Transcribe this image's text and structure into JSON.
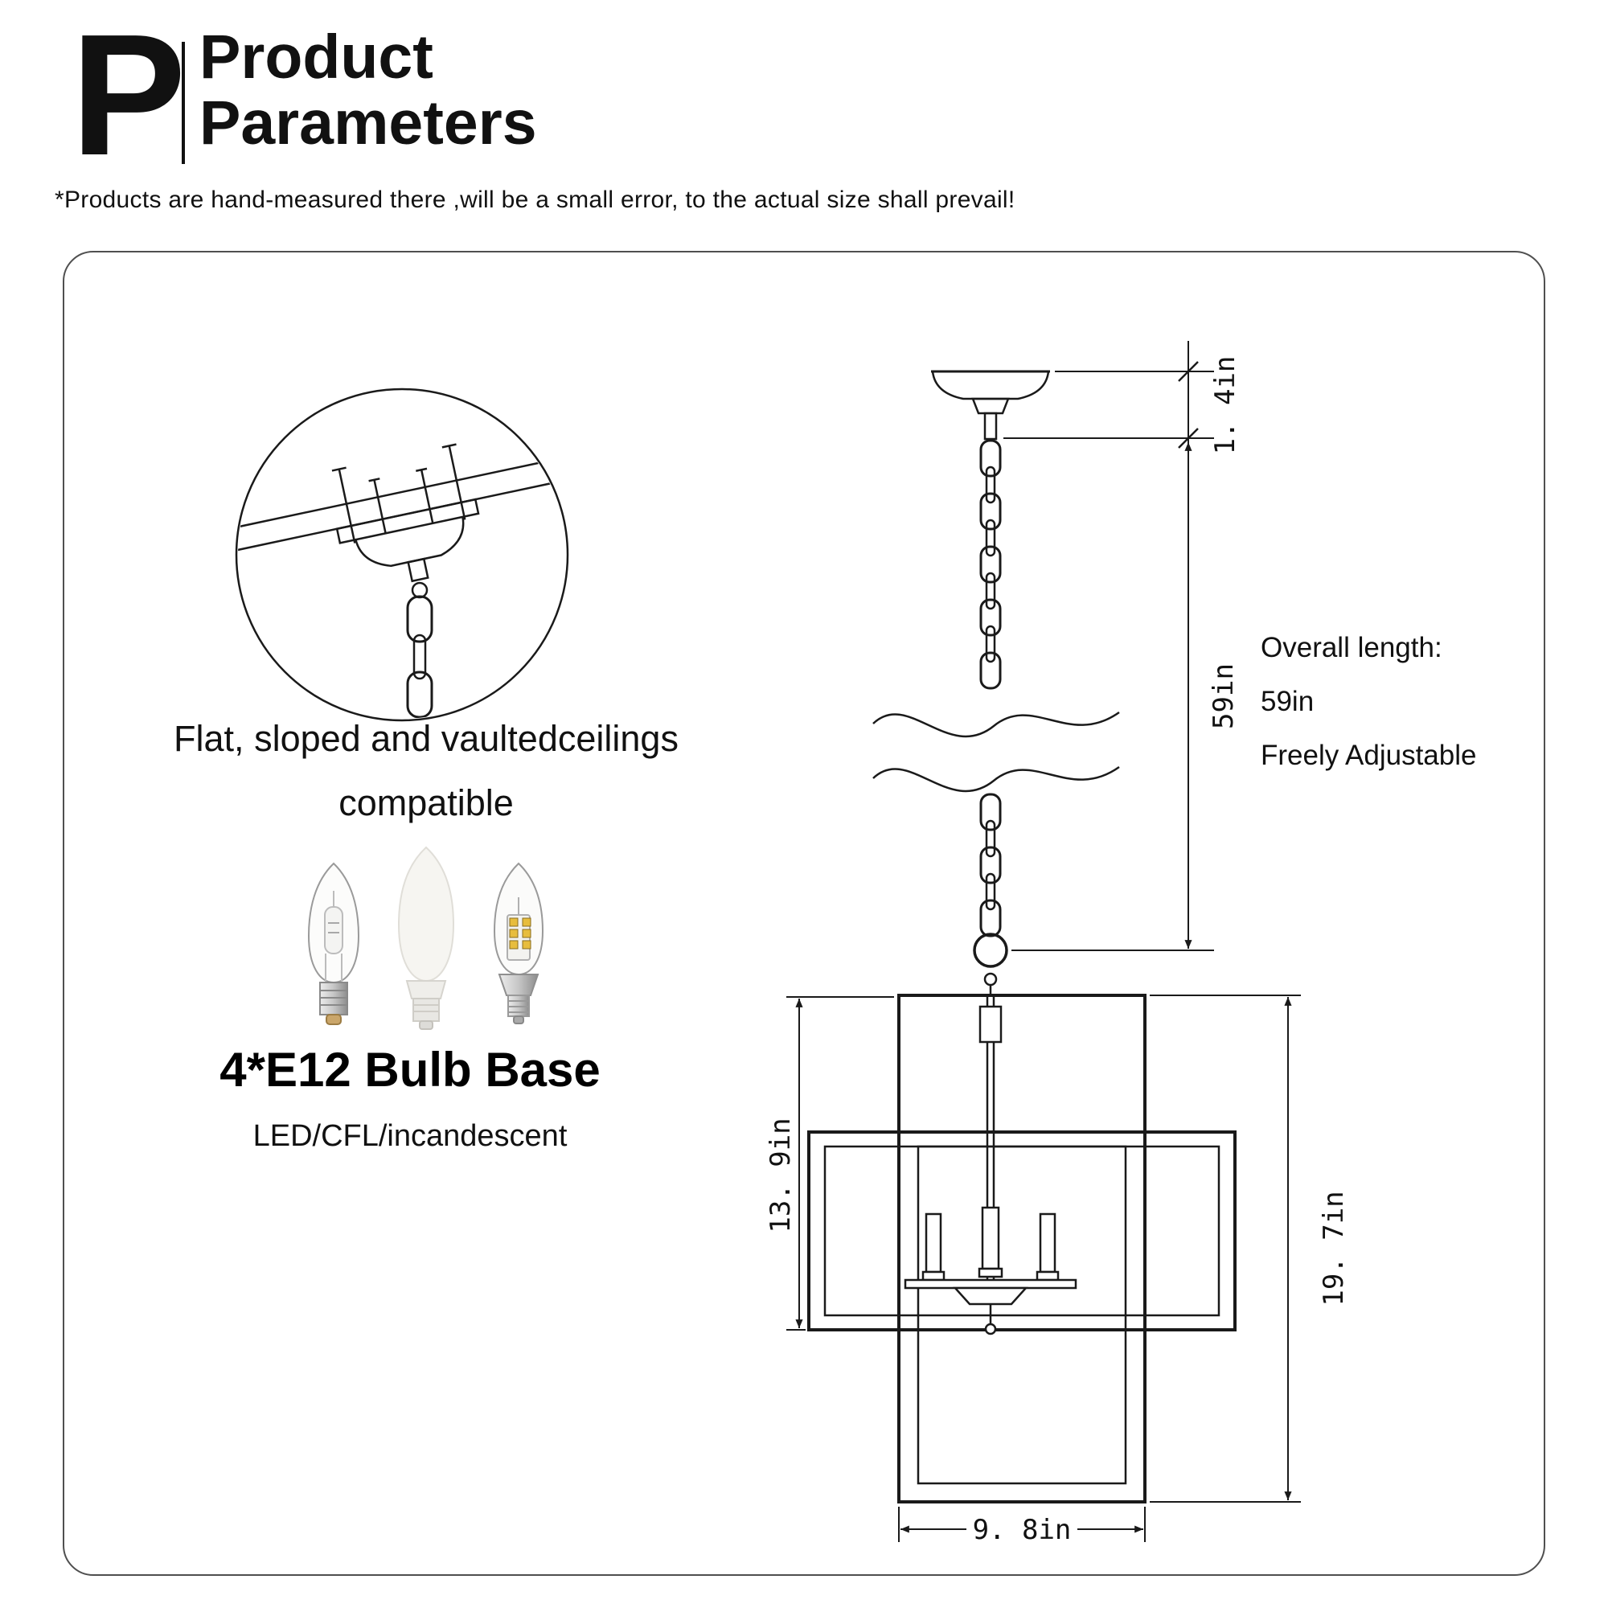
{
  "header": {
    "logo": "P",
    "title_line1": "Product",
    "title_line2": "Parameters"
  },
  "disclaimer": "*Products are hand-measured there ,will be a small error, to the actual size shall prevail!",
  "ceiling_detail": {
    "caption_line1": "Flat, sloped and vaultedceilings",
    "caption_line2": "compatible"
  },
  "bulbs": {
    "title": "4*E12 Bulb Base",
    "subtitle": "LED/CFL/incandescent",
    "led_chip_color": "#e7bd3d"
  },
  "overall": {
    "label": "Overall length:",
    "value": "59in",
    "note": "Freely Adjustable"
  },
  "dimensions": {
    "canopy_height": "1. 4in",
    "overall_length": "59in",
    "cage_height": "13. 9in",
    "fixture_height": "19. 7in",
    "fixture_width": "9. 8in"
  },
  "colors": {
    "line": "#1a1a1a",
    "box_border": "#4f4f4f"
  }
}
